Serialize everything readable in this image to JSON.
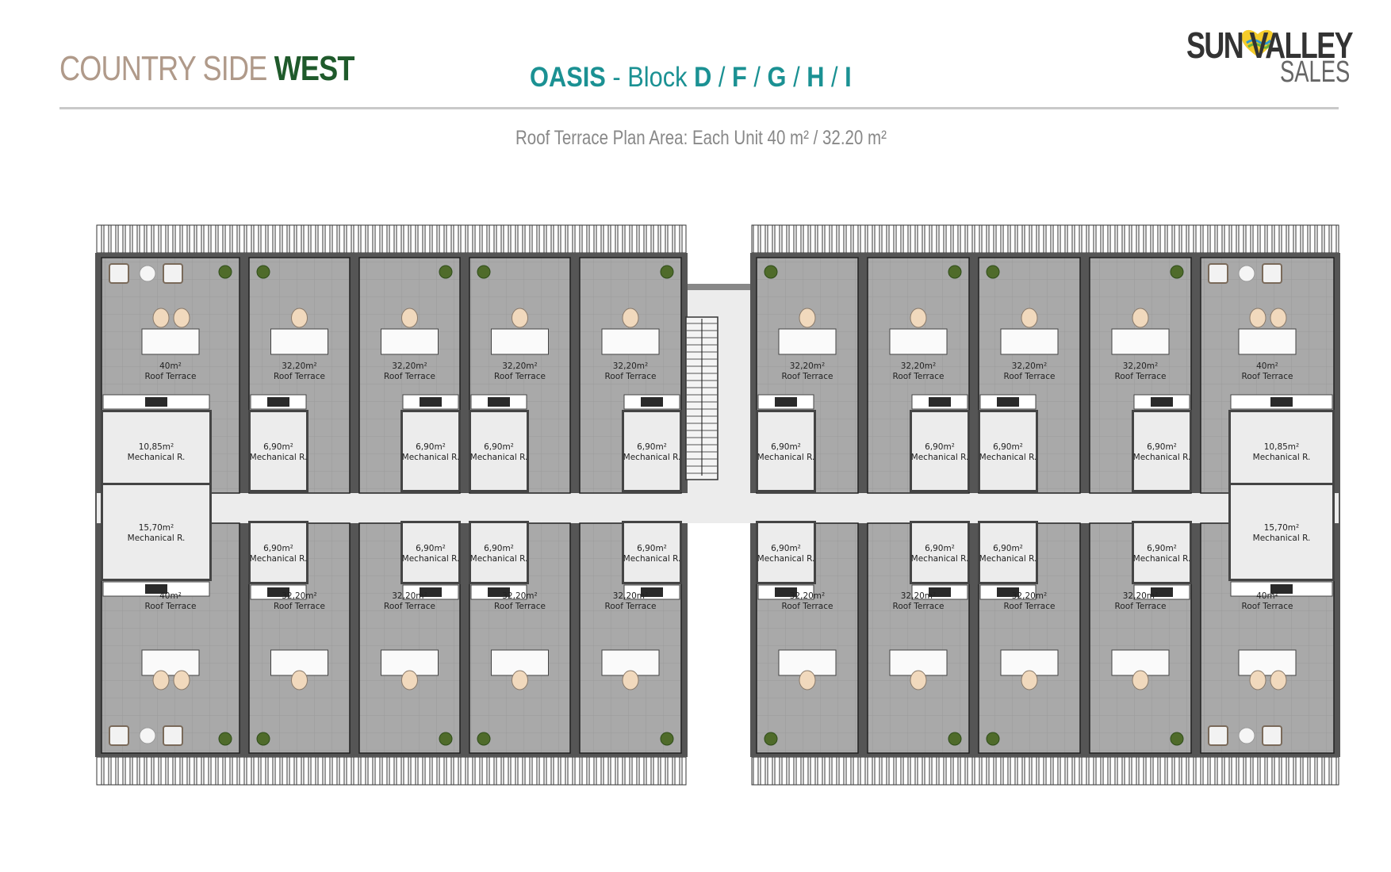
{
  "header": {
    "project_light": "COUNTRY SIDE",
    "project_bold": "WEST",
    "block_name": "OASIS",
    "block_separator": " - ",
    "block_label": "Block",
    "blocks": [
      "D",
      "F",
      "G",
      "H",
      "I"
    ],
    "block_divider": " / ",
    "logo_top": "SUN VALLEY",
    "logo_bottom": "SALES"
  },
  "subtitle": "Roof Terrace Plan Area: Each Unit 40 m² / 32.20 m²",
  "colors": {
    "project_light": "#b09a8a",
    "project_bold": "#1f5a2b",
    "block_teal": "#1b9193",
    "logo_heart": "#f5cc2a",
    "wall": "#555555",
    "terrace_floor": "#a9a9a9",
    "mech_floor": "#ececec"
  },
  "plan": {
    "area_unit": "m²",
    "terrace_label": "Roof Terrace",
    "mech_label": "Mechanical R.",
    "top_row": {
      "units": [
        {
          "terrace": "40m²",
          "mech": "10,85m²"
        },
        {
          "terrace": "32,20m²",
          "mech": "6,90m²"
        },
        {
          "terrace": "32,20m²",
          "mech": "6,90m²"
        },
        {
          "terrace": "32,20m²",
          "mech": "6,90m²"
        },
        {
          "terrace": "32,20m²",
          "mech": "6,90m²"
        },
        {
          "terrace": "32,20m²",
          "mech": "6,90m²"
        },
        {
          "terrace": "32,20m²",
          "mech": "6,90m²"
        },
        {
          "terrace": "32,20m²",
          "mech": "6,90m²"
        },
        {
          "terrace": "32,20m²",
          "mech": "6,90m²"
        },
        {
          "terrace": "40m²",
          "mech": "10,85m²"
        }
      ]
    },
    "bottom_row": {
      "units": [
        {
          "terrace": "40m²",
          "mech": "15,70m²"
        },
        {
          "terrace": "32,20m²",
          "mech": "6,90m²"
        },
        {
          "terrace": "32,20m²",
          "mech": "6,90m²"
        },
        {
          "terrace": "32,20m²",
          "mech": "6,90m²"
        },
        {
          "terrace": "32,20m²",
          "mech": "6,90m²"
        },
        {
          "terrace": "32,20m²",
          "mech": "6,90m²"
        },
        {
          "terrace": "32,20m²",
          "mech": "6,90m²"
        },
        {
          "terrace": "32,20m²",
          "mech": "6,90m²"
        },
        {
          "terrace": "32,20m²",
          "mech": "6,90m²"
        },
        {
          "terrace": "40m²",
          "mech": "15,70m²"
        }
      ]
    }
  }
}
